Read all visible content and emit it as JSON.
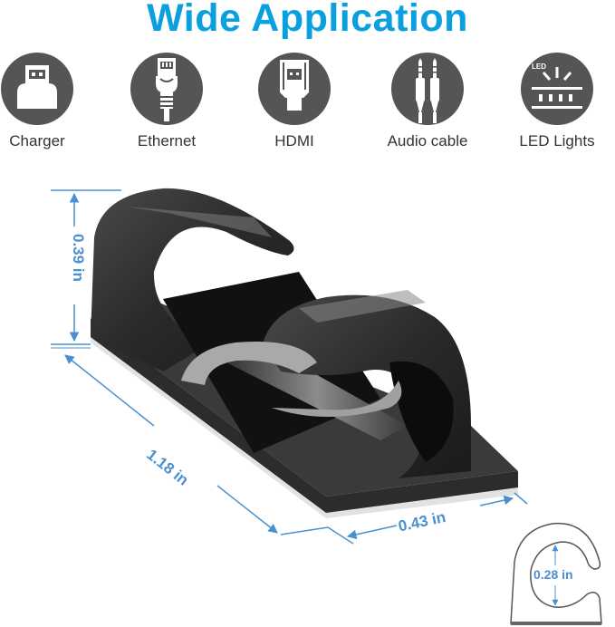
{
  "header": {
    "title": "Wide Application"
  },
  "applications": [
    {
      "label": "Charger",
      "icon": "usb-charger-icon"
    },
    {
      "label": "Ethernet",
      "icon": "ethernet-plug-icon"
    },
    {
      "label": "HDMI",
      "icon": "hdmi-plug-icon"
    },
    {
      "label": "Audio cable",
      "icon": "audio-jack-icon"
    },
    {
      "label": "LED Lights",
      "icon": "led-strip-icon",
      "badge": "LED"
    }
  ],
  "dimensions": {
    "height": "0.39 in",
    "length": "1.18 in",
    "width": "0.43 in",
    "opening": "0.28 in"
  },
  "colors": {
    "title": "#0aa0df",
    "icon_bg": "#555555",
    "dimension": "#4a90d0",
    "product": "#2b2b2b"
  }
}
